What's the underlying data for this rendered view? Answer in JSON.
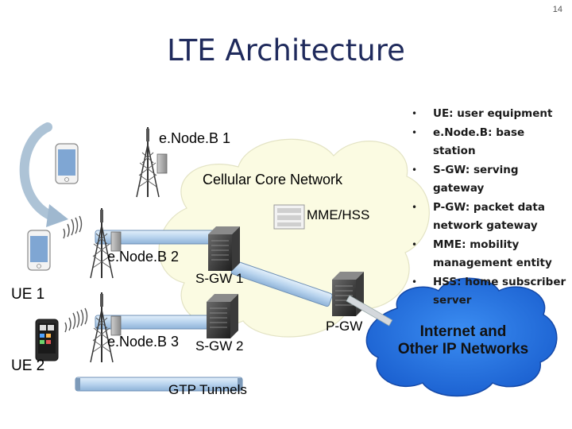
{
  "slide_number": "14",
  "title": "LTE Architecture",
  "labels": {
    "enodeb1": "e.Node.B 1",
    "core_network": "Cellular Core Network",
    "mme_hss": "MME/HSS",
    "enodeb2": "e.Node.B 2",
    "sgw1": "S-GW 1",
    "ue1": "UE 1",
    "pgw": "P-GW",
    "enodeb3": "e.Node.B 3",
    "sgw2": "S-GW 2",
    "ue2": "UE 2",
    "gtp_tunnels": "GTP Tunnels"
  },
  "legend": [
    "UE: user equipment",
    "e.Node.B: base station",
    "S-GW: serving gateway",
    "P-GW: packet data network gateway",
    "MME: mobility management entity",
    "HSS: home subscriber server"
  ],
  "internet": {
    "line1": "Internet and",
    "line2": "Other IP Networks"
  },
  "colors": {
    "title": "#1f2a5c",
    "core_cloud": "#fbfbe2",
    "internet_cloud": "#1f6fe0",
    "tunnel": "#b9d4ee"
  }
}
